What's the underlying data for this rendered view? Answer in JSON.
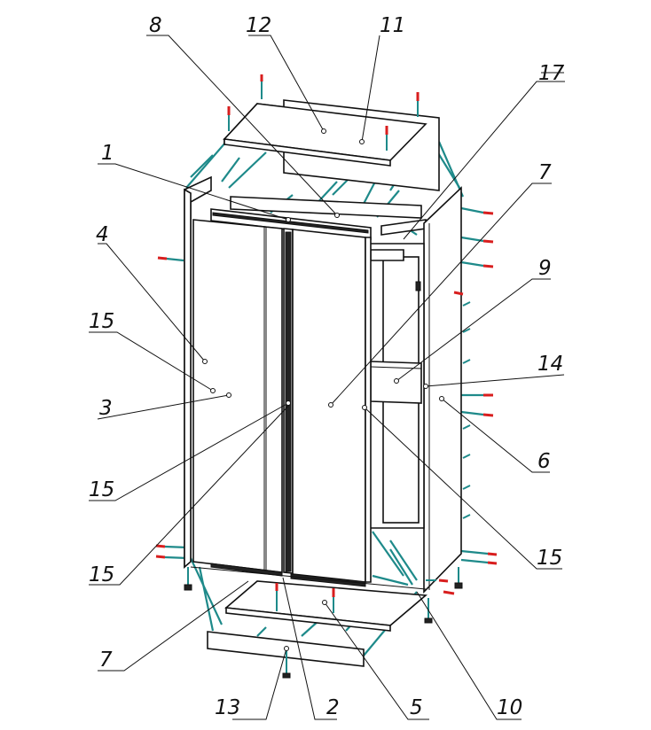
{
  "callouts": {
    "c1": "1",
    "c2": "2",
    "c3": "3",
    "c4": "4",
    "c5": "5",
    "c6": "6",
    "c7_top": "7",
    "c7_bottom": "7",
    "c8": "8",
    "c9": "9",
    "c10": "10",
    "c11": "11",
    "c12": "12",
    "c13": "13",
    "c14": "14",
    "c15_left_a": "15",
    "c15_left_b": "15",
    "c15_left_c": "15",
    "c15_right": "15",
    "c17": "17"
  },
  "colors": {
    "line": "#111111",
    "connector": "#1e8a8a",
    "fastener_tip": "#d81e1e",
    "background": "#ffffff"
  }
}
